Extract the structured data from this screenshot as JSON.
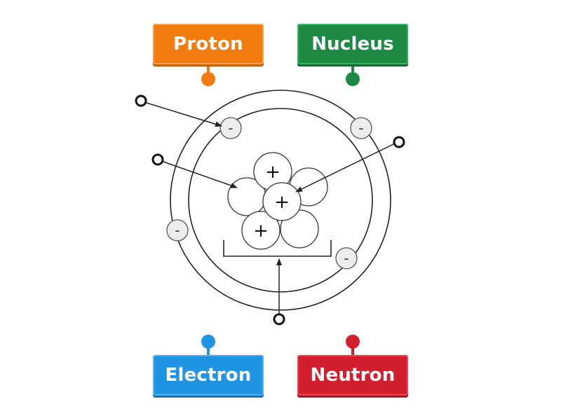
{
  "labels": [
    {
      "id": "proton",
      "text": "Proton",
      "color": "#f27c0f",
      "border": "#f9a04f",
      "shadow": "#c75f06"
    },
    {
      "id": "nucleus",
      "text": "Nucleus",
      "color": "#1e8a44",
      "border": "#36b25f",
      "shadow": "#15692f"
    },
    {
      "id": "electron",
      "text": "Electron",
      "color": "#2193e3",
      "border": "#52b2f3",
      "shadow": "#1671b2"
    },
    {
      "id": "neutron",
      "text": "Neutron",
      "color": "#d11f2e",
      "border": "#eb4957",
      "shadow": "#a11320"
    }
  ],
  "diagram": {
    "subject": "atom",
    "proton_sign": "+",
    "electron_sign": "-",
    "line_color": "#222222"
  }
}
